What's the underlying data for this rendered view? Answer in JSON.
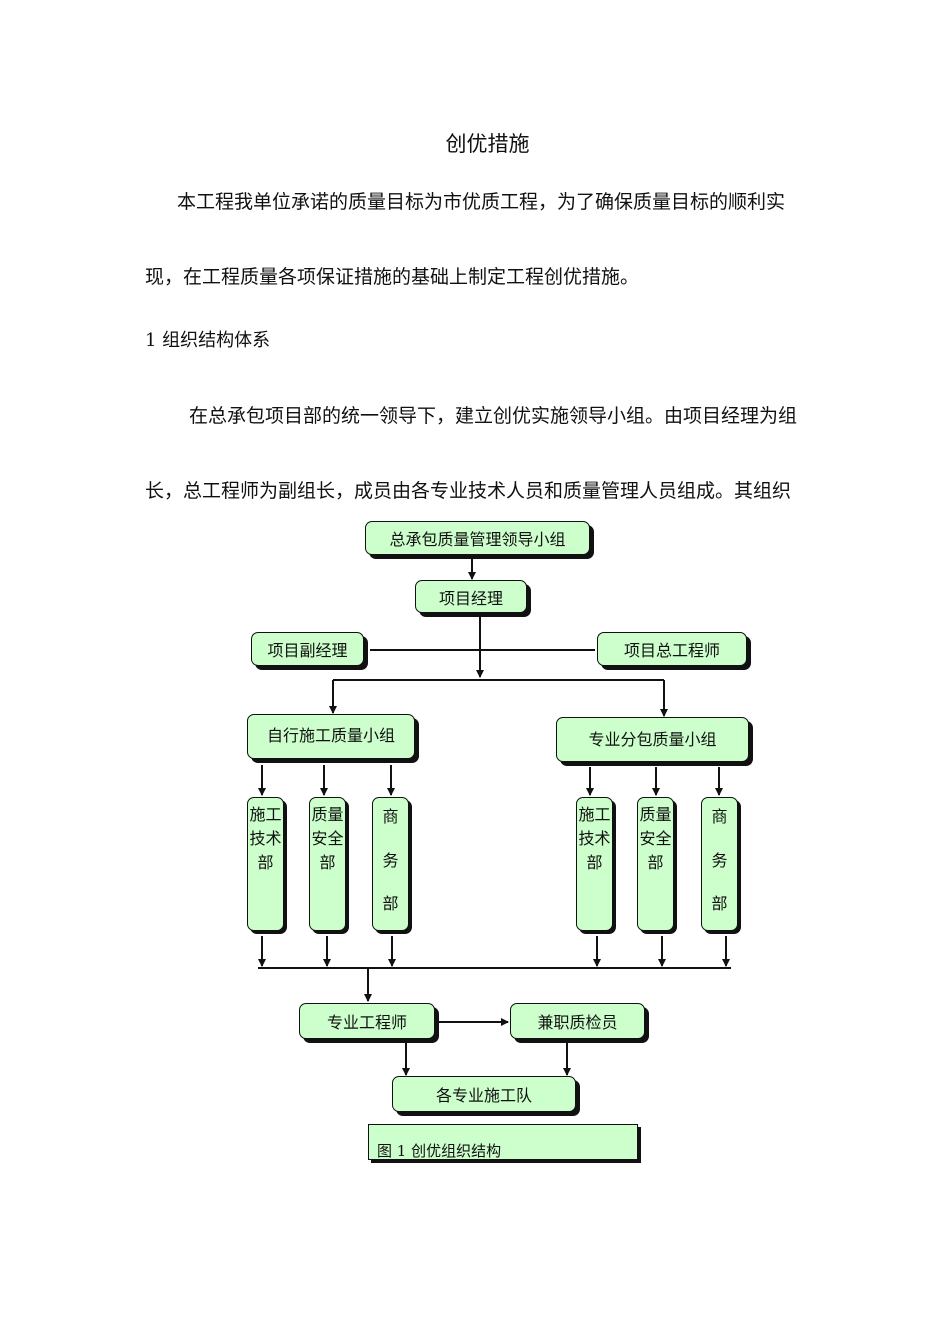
{
  "document": {
    "title": "创优措施",
    "para1_line1": "本工程我单位承诺的质量目标为市优质工程，为了确保质量目标的顺利实",
    "para1_line2": "现，在工程质量各项保证措施的基础上制定工程创优措施。",
    "section_heading": "1  组织结构体系",
    "para2_line1": "在总承包项目部的统一领导下，建立创优实施领导小组。由项目经理为组",
    "para2_line2": "长，总工程师为副组长，成员由各专业技术人员和质量管理人员组成。其组织"
  },
  "org_chart": {
    "top": "总承包质量管理领导小组",
    "manager": "项目经理",
    "deputy": "项目副经理",
    "chief_engineer": "项目总工程师",
    "group_self": "自行施工质量小组",
    "group_sub": "专业分包质量小组",
    "left_depts": [
      [
        "施工",
        "技术",
        "部"
      ],
      [
        "质量",
        "安全",
        "部"
      ],
      [
        "商",
        "务",
        "部"
      ]
    ],
    "right_depts": [
      [
        "施工",
        "技术",
        "部"
      ],
      [
        "质量",
        "安全",
        "部"
      ],
      [
        "商",
        "务",
        "部"
      ]
    ],
    "engineer": "专业工程师",
    "inspector": "兼职质检员",
    "teams": "各专业施工队",
    "caption": "图 1   创优组织结构"
  },
  "colors": {
    "box_fill": "#ccffcc",
    "line": "#111111"
  }
}
